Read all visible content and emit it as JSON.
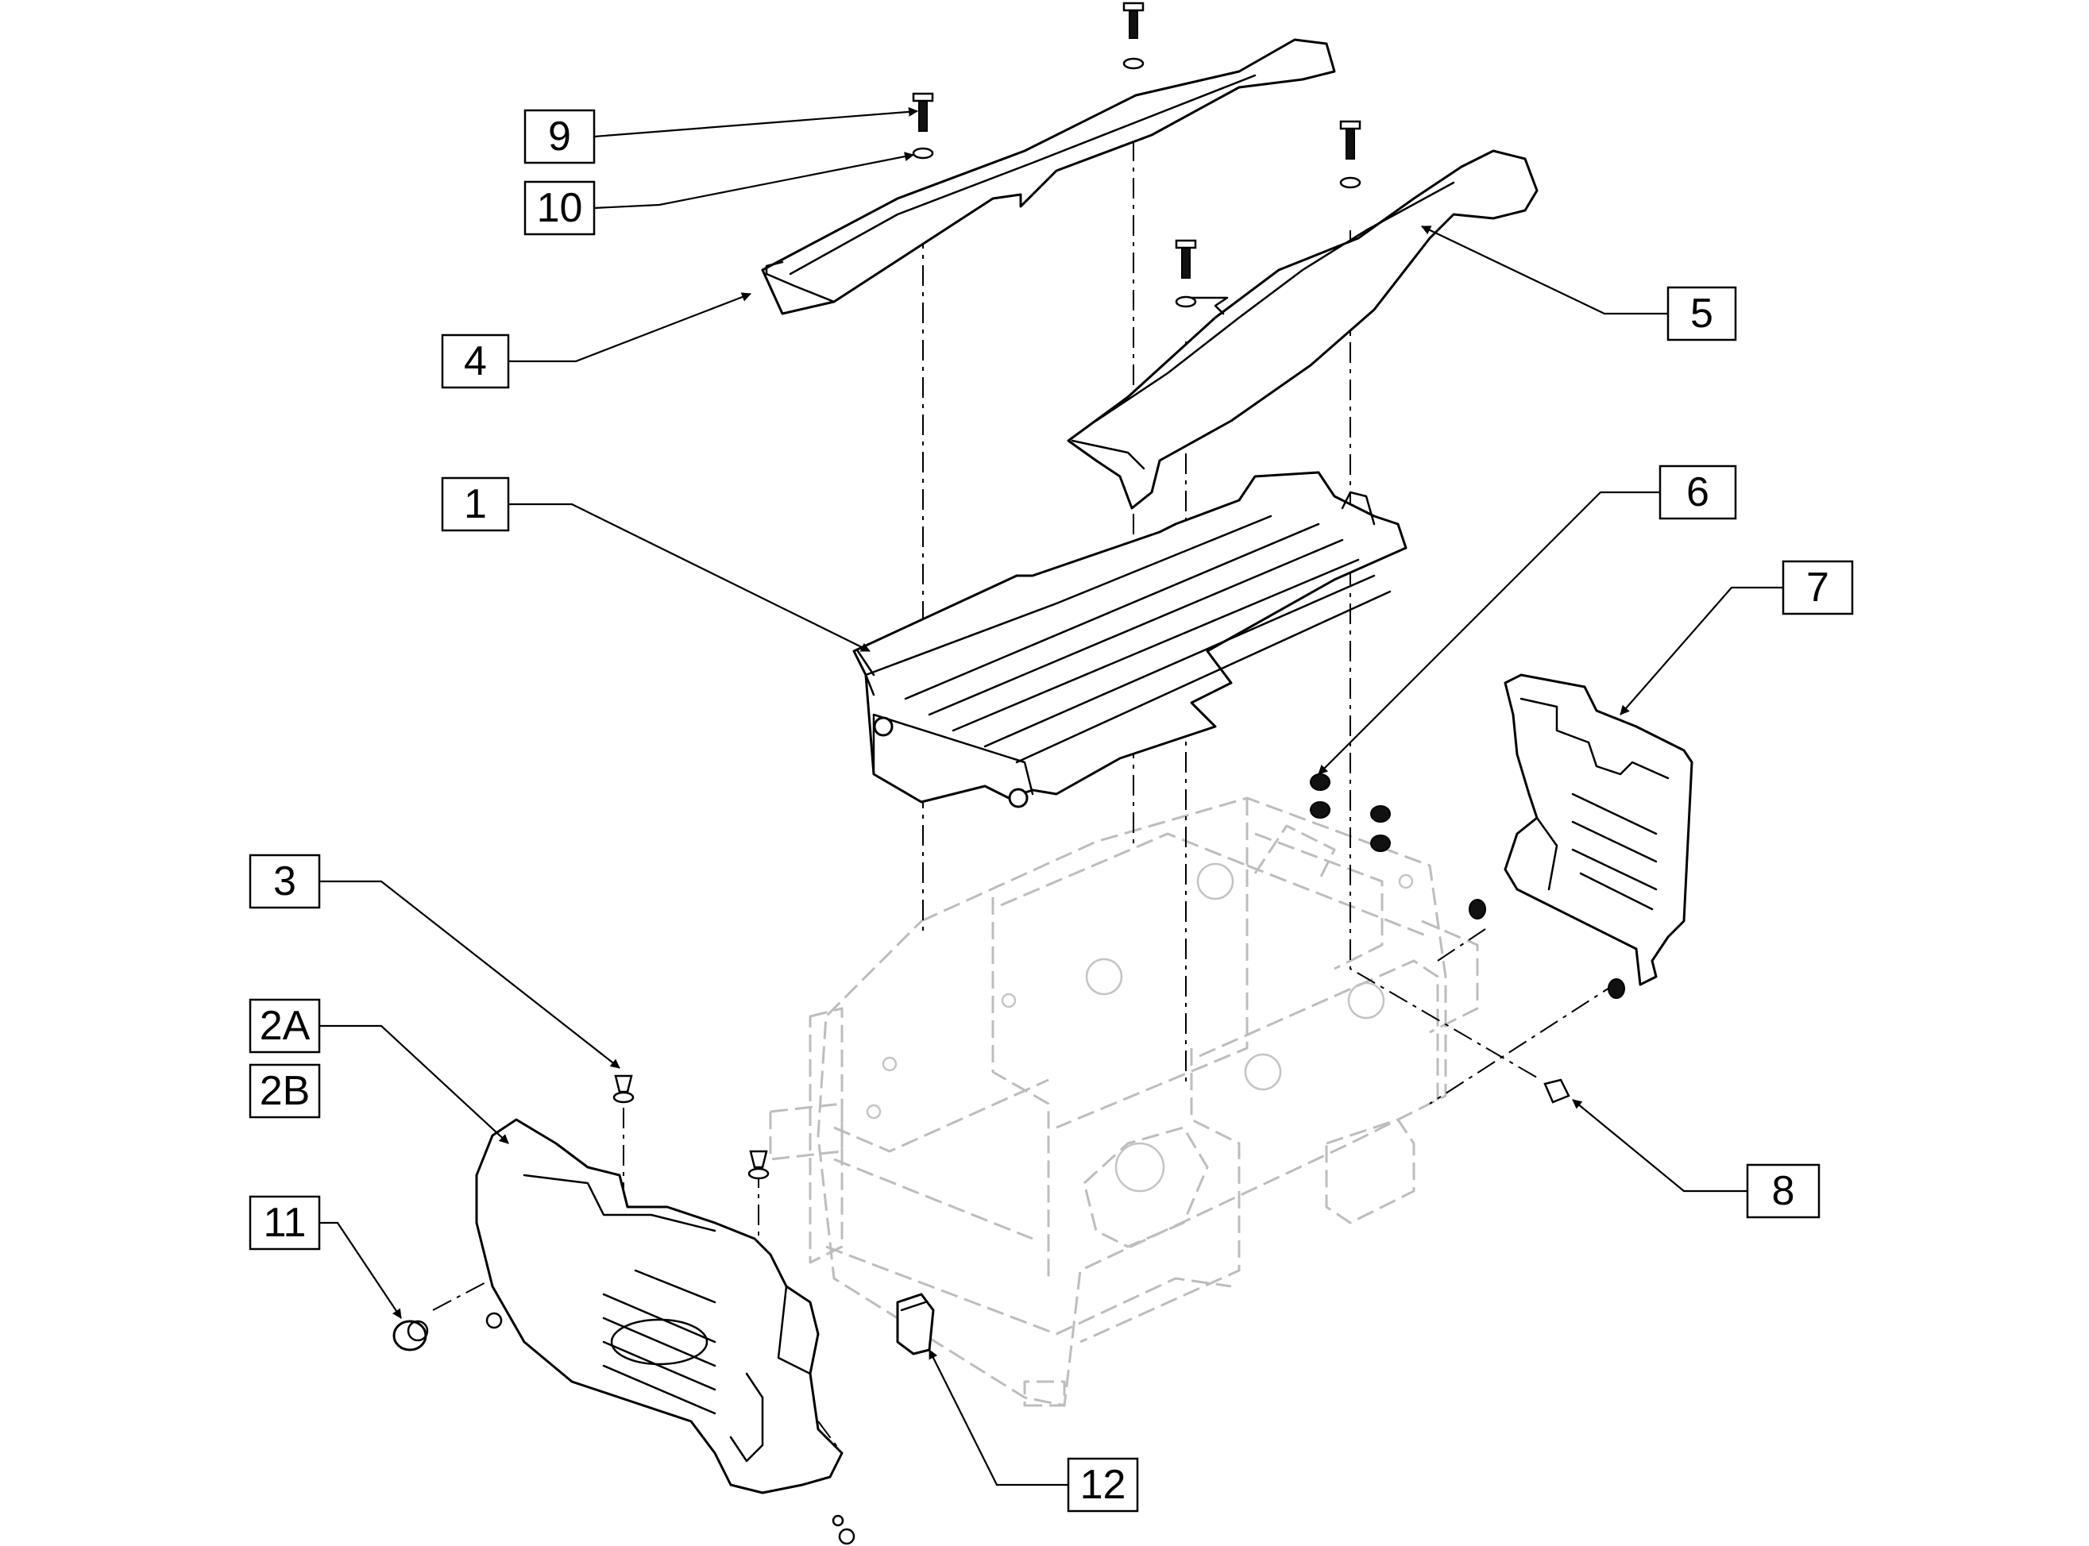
{
  "callouts": {
    "c1": "1",
    "c2a": "2A",
    "c2b": "2B",
    "c3": "3",
    "c4": "4",
    "c5": "5",
    "c6": "6",
    "c7": "7",
    "c8": "8",
    "c9": "9",
    "c10": "10",
    "c11": "11",
    "c12": "12"
  },
  "colors": {
    "line": "#000000",
    "ghost_frame": "#bdbdbd",
    "background": "#ffffff"
  }
}
